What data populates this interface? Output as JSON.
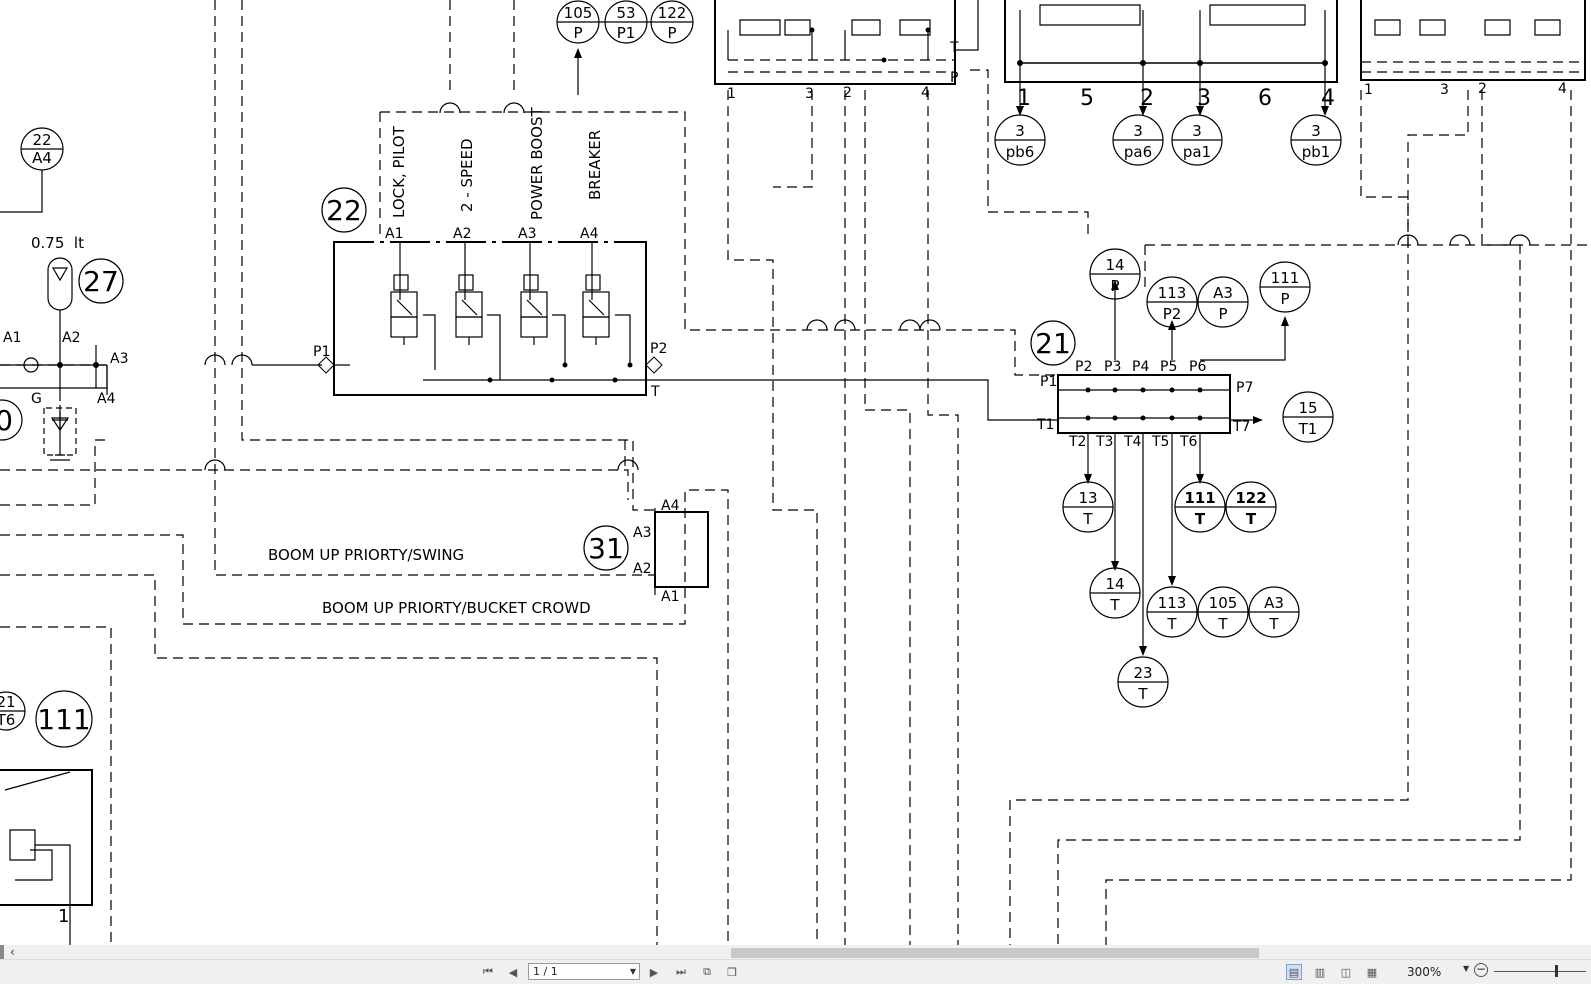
{
  "drawing": {
    "labels": {
      "pilot_lock": "LOCK, PILOT",
      "two_speed": "2 - SPEED",
      "power_boost": "POWER BOOST",
      "breaker": "BREAKER",
      "boom_swing": "BOOM UP PRIORTY/SWING",
      "boom_bucket": "BOOM UP PRIORTY/BUCKET CROWD",
      "accumulator_volume": "0.75  lt"
    },
    "components": {
      "valve_22": "22",
      "accumulator_27": "27",
      "manifold_21": "21",
      "block_31": "31",
      "item_111": "111",
      "left_partial": "0"
    },
    "ports_22": [
      "A1",
      "A2",
      "A3",
      "A4",
      "P1",
      "P2",
      "T"
    ],
    "ports_left": [
      "A1",
      "A2",
      "A3",
      "A4",
      "G"
    ],
    "ports_31": [
      "A4",
      "A3",
      "A2",
      "A1"
    ],
    "ports_21_top": [
      "P2",
      "P3",
      "P4",
      "P5",
      "P6"
    ],
    "ports_21_bottom": [
      "T2",
      "T3",
      "T4",
      "T5",
      "T6"
    ],
    "ports_21_side": [
      "P1",
      "T1",
      "P7",
      "T7"
    ],
    "valve_top_ports": [
      "1",
      "3",
      "2",
      "4",
      "T",
      "P"
    ],
    "valve_top_right_ports": [
      "1",
      "3",
      "2",
      "4"
    ],
    "center_top_numbers": [
      "1",
      "5",
      "2",
      "3",
      "6",
      "4"
    ],
    "refs": {
      "r105p": [
        "105",
        "P"
      ],
      "r53p1": [
        "53",
        "P1"
      ],
      "r122p": [
        "122",
        "P"
      ],
      "r22a4": [
        "22",
        "A4"
      ],
      "r3pb6": [
        "3",
        "pb6"
      ],
      "r3pa6": [
        "3",
        "pa6"
      ],
      "r3pa1": [
        "3",
        "pa1"
      ],
      "r3pb1": [
        "3",
        "pb1"
      ],
      "r14p": [
        "14",
        "P"
      ],
      "r113p2": [
        "113",
        "P2"
      ],
      "ra3p": [
        "A3",
        "P"
      ],
      "r111p": [
        "111",
        "P"
      ],
      "r15t1": [
        "15",
        "T1"
      ],
      "r13t": [
        "13",
        "T"
      ],
      "r111t": [
        "111",
        "T"
      ],
      "r122t": [
        "122",
        "T"
      ],
      "r14t": [
        "14",
        "T"
      ],
      "r113t": [
        "113",
        "T"
      ],
      "r105t": [
        "105",
        "T"
      ],
      "ra3t": [
        "A3",
        "T"
      ],
      "r23t": [
        "23",
        "T"
      ],
      "r21t6": [
        "21",
        "T6"
      ]
    },
    "partial_mark": "1"
  },
  "statusbar": {
    "page_indicator": "1 / 1",
    "zoom": "300%"
  },
  "colors": {
    "line": "#000000",
    "scroll_thumb": "#c8c8c8",
    "statusbar_bg": "#f0f0f0"
  }
}
